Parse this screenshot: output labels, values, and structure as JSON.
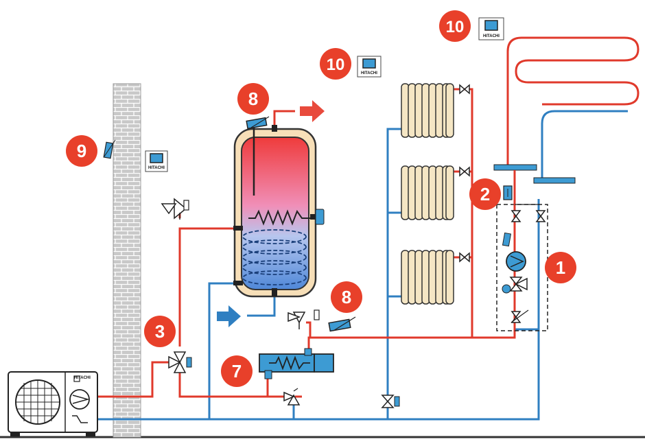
{
  "colors": {
    "hot": "#e0392b",
    "cold": "#2f7fc1",
    "badge": "#e8402a",
    "tank_outline": "#3a3a3a",
    "tank_jacket": "#f7dfb8",
    "radiator": "#f5e6c4",
    "brick": "#bdbdbd",
    "sensor": "#3d9bd3"
  },
  "labels": {
    "pump_group": "1",
    "sensor_flow": "2",
    "valve_3way": "3",
    "heater": "7",
    "sensor_tank": "8",
    "sensor_heater": "8",
    "outdoor_sensor": "9",
    "controller_room": "10",
    "controller_floor": "10"
  },
  "brand": "HITACHI",
  "icons": {
    "arrow_out": "arrow-right-icon",
    "arrow_in": "arrow-right-icon",
    "controller": "thermostat-icon",
    "pump": "circulation-pump-icon",
    "valve": "valve-icon",
    "safety_valve": "safety-valve-icon"
  }
}
